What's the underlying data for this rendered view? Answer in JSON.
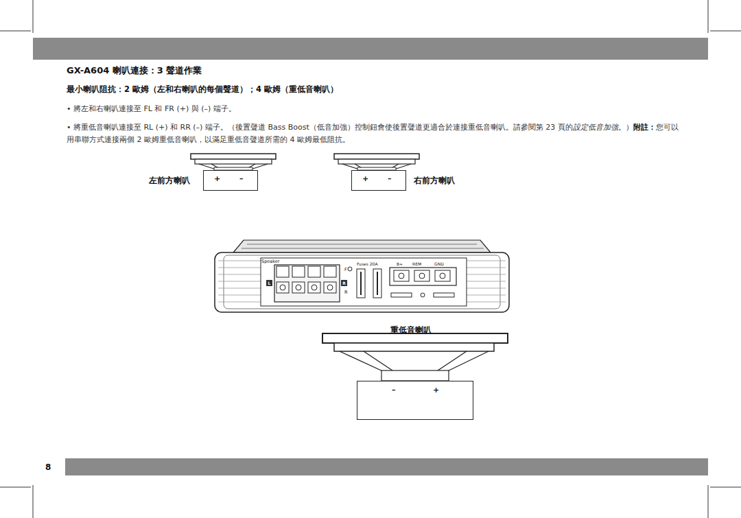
{
  "diagram": {
    "title": "GX-A604 喇叭連接：3 聲道作業",
    "nodes": [
      {
        "text": [
          "左前方喇叭",
          "+",
          "–"
        ]
      },
      {
        "text": [
          "右前方喇叭",
          "+",
          "–"
        ]
      },
      {
        "text": [
          "Speaker",
          "L",
          "R",
          "F",
          "R",
          "Fuses 20A",
          "B+",
          "REM",
          "GND"
        ]
      },
      {
        "text": [
          "重低音喇叭",
          "–",
          "+"
        ]
      }
    ],
    "edges": [
      {
        "from": 0,
        "to": 2,
        "arrow": "none"
      },
      {
        "from": 1,
        "to": 2,
        "arrow": "none"
      },
      {
        "from": 2,
        "to": 3,
        "arrow": "none"
      }
    ],
    "labels": [
      "最小喇叭阻抗：2 歐姆（左和右喇叭的每個聲道）；4 歐姆（重低音喇叭）",
      "• 將左和右喇叭連接至 FL 和 FR (+) 與 (–) 端子。",
      "• 將重低音喇叭連接至 RL (+) 和 RR (–) 端子。（後置聲道 Bass Boost（低音加強）控制鈕會使後置聲道更適合於連接重低音喇叭。請參閱第 23 頁的",
      "設定低音加強",
      "。）",
      "附註：",
      "您可以用串聯方式連接兩個 2 歐姆重低音喇叭，以滿足重低音聲道所需的 4 歐姆最低阻抗。",
      "8"
    ]
  }
}
